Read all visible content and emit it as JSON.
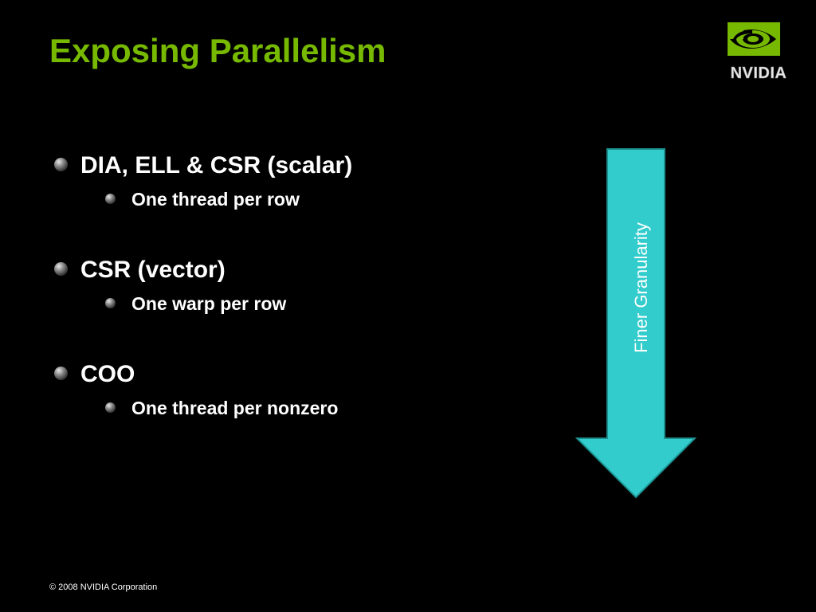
{
  "slide": {
    "title": "Exposing Parallelism",
    "title_color": "#76b900",
    "background": "#000000",
    "text_color": "#ffffff",
    "logo": {
      "icon": "nvidia-eye-icon",
      "wordmark": "NVIDIA",
      "color": "#76b900"
    },
    "bullets": [
      {
        "text": "DIA, ELL & CSR (scalar)",
        "sub": [
          "One thread per row"
        ]
      },
      {
        "text": "CSR (vector)",
        "sub": [
          "One warp per row"
        ]
      },
      {
        "text": "COO",
        "sub": [
          "One thread per nonzero"
        ]
      }
    ],
    "arrow": {
      "label": "Finer Granularity",
      "direction": "down",
      "fill": "#33cccc",
      "label_color": "#ffffff"
    },
    "footer": "© 2008 NVIDIA Corporation"
  }
}
